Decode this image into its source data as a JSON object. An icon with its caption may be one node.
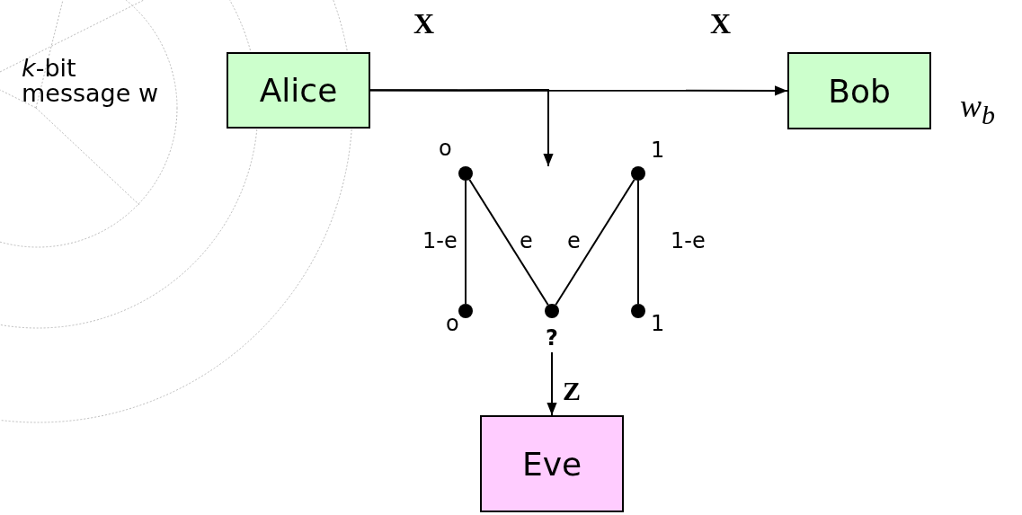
{
  "diagram": {
    "nodes": [
      {
        "text": [
          "Alice"
        ],
        "beside": [
          "*k*-bit message w"
        ]
      },
      {
        "text": [
          "Bob"
        ],
        "beside": [
          "w$_{b}$"
        ]
      },
      {
        "text": [
          "Eve"
        ]
      },
      {
        "text": [],
        "shape": "circle",
        "beside": [
          "o"
        ]
      },
      {
        "text": [],
        "shape": "circle",
        "beside": [
          "1"
        ]
      },
      {
        "text": [],
        "shape": "circle",
        "beside": [
          "o"
        ]
      },
      {
        "text": [],
        "shape": "circle",
        "beside": [
          "?"
        ]
      },
      {
        "text": [],
        "shape": "circle",
        "beside": [
          "1"
        ]
      }
    ],
    "edges": [
      {
        "from": 0,
        "to": 1,
        "arrow": "to",
        "label": "X"
      },
      {
        "from": 0,
        "to": null,
        "arrow": "to",
        "label": "X"
      },
      {
        "from": 3,
        "to": 5,
        "arrow": "none",
        "label": "1-e"
      },
      {
        "from": 3,
        "to": 6,
        "arrow": "none",
        "label": "e"
      },
      {
        "from": 4,
        "to": 6,
        "arrow": "none",
        "label": "e"
      },
      {
        "from": 4,
        "to": 7,
        "arrow": "none",
        "label": "1-e"
      },
      {
        "from": 6,
        "to": 2,
        "arrow": "to",
        "label": "Z"
      }
    ]
  }
}
